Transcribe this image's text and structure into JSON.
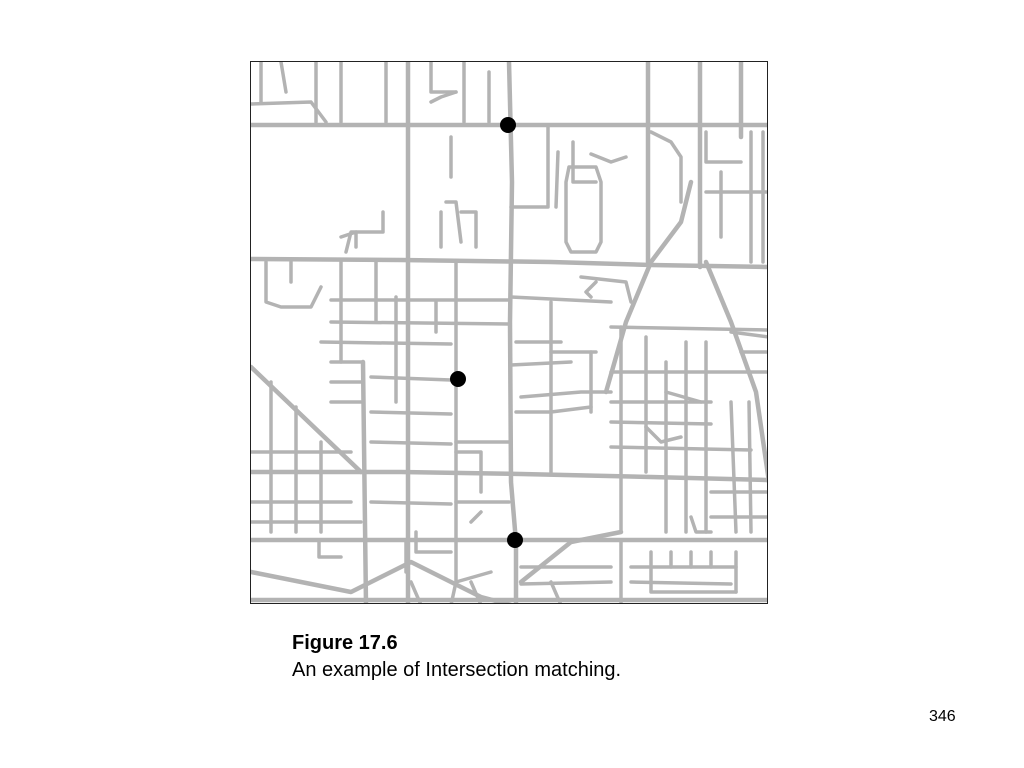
{
  "figure": {
    "title": "Figure 17.6",
    "caption": "An example of Intersection matching."
  },
  "page_number": "346",
  "map": {
    "road_color": "#b3b3b3",
    "marker_color": "#000000",
    "border_color": "#222222",
    "matched_intersections": 3
  }
}
